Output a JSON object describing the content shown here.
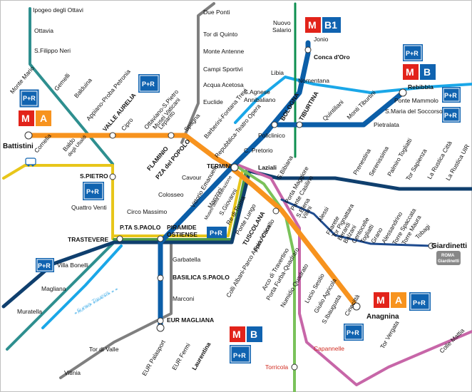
{
  "colors": {
    "line_a": "#f7931e",
    "line_b": "#0b5ea8",
    "line_b_dark": "#1e4b8f",
    "tram_dark": "#0f3f6e",
    "fl_light": "#1aa7e8",
    "fl_gray": "#7f7f7f",
    "fl_green": "#4e9a4a",
    "fl_teal": "#2e8f8f",
    "fl_yellow": "#e8c61a",
    "fl_pink": "#c766a8",
    "green_line": "#7ac25a",
    "rail_green": "#0e8f50",
    "metro_red": "#e2231a",
    "metro_blue": "#1063b0"
  },
  "stations": {
    "ipogeo": "Ipogeo degli Ottavi",
    "ottavia": "Ottavia",
    "filippo": "S.Filippo Neri",
    "montemario": "Monte Mario",
    "gemelli": "Gemelli",
    "balduina": "Balduina",
    "appiano": "Appiano-Proba Petronia",
    "valle": "VALLE AURELIA",
    "cipro": "Cipro",
    "ottaviano": "Ottaviano-S.Pietro",
    "musei": "Musei Vaticani",
    "lepanto": "Lepanto",
    "battistini": "Battistini",
    "cornelia": "Cornelia",
    "baldo": "Baldo",
    "degli": "degli Ubaldi",
    "flaminio": "FLAMINIO",
    "pza": "PZA del POPOLO",
    "spagna": "Spagna",
    "barberini": "Barberini-Fontana Trevi",
    "repubblica": "Repubblica-Teatro Opera",
    "dueponti": "Due Ponti",
    "torquinto": "Tor di Quinto",
    "monteantenne": "Monte Antenne",
    "campi": "Campi Sportivi",
    "acqua": "Acqua Acetosa",
    "euclide": "Euclide",
    "nuovo": "Nuovo",
    "salario": "Salario",
    "jonio": "Jonio",
    "conca": "Conca d'Oro",
    "libia": "Libia",
    "nomentana": "Nomentana",
    "sagnese": "S.Agnese",
    "annibaliano": "Annibaliano",
    "bologna": "BOLOGNA",
    "tiburtina": "TIBURTINA",
    "policlinico": "Policlinico",
    "pretorio": "C. Pretorio",
    "quintiliani": "Quintiliani",
    "monti": "Monti Tiburtini",
    "pietralata": "Pietralata",
    "soccorso": "S.Maria del Soccorso",
    "mammolo": "Ponte Mammolo",
    "rebibbia": "Rebibbia",
    "termini": "TERMINI",
    "cavour": "Cavour",
    "colosseo": "Colosseo",
    "circo": "Circo Massimo",
    "laziali": "Laziali",
    "sbibiana": "S.Bibiana",
    "vittorio": "Vittorio Emanuele",
    "manzoni": "Manzoni",
    "museolib": "Museo della Liberazione",
    "sgiovanni": "S.Giovanni",
    "reroma": "Re di Roma",
    "pontelungo": "Ponte Lungo",
    "tuscolana": "TUSCOLANA",
    "furio": "Furio Camillo",
    "colli": "Colli Albani-Parco Appia Antica",
    "arco": "Arco di Travertino",
    "furba": "Porta Furba-Quadraro",
    "numidio": "Numidio Quadrato",
    "lucio": "Lucio Sestio",
    "giulio": "Giulio Agricola",
    "subaugusta": "S.Ibaugusta",
    "cinecitta": "Cinecittà",
    "anagnina": "Anagnina",
    "spietro": "S.PIETRO",
    "quattro": "Quattro Venti",
    "trastevere": "TRASTEVERE",
    "ptapaolo": "P.TA S.PAOLO",
    "piramide": "PIRAMIDE",
    "ostiense": "OSTIENSE",
    "garbatella": "Garbatella",
    "basilica": "BASILICA S.PAOLO",
    "marconi": "Marconi",
    "eurmagliana": "EUR MAGLIANA",
    "eurpalasport": "EUR Palasport",
    "eurfermi": "EUR Fermi",
    "laurentina": "Laurentina",
    "villabonelli": "Villa Bonelli",
    "magliana": "Magliana",
    "muratella": "Muratella",
    "tordivalle": "Tor di Valle",
    "vitinia": "Vitinia",
    "portamaggiore": "Porta Maggiore",
    "casilino": "Ponte Casilino",
    "selena": "S.Elena",
    "villini": "Villini",
    "alessi": "Alessi",
    "filarete": "Filarete",
    "pignattara": "Tor Pignattara",
    "berardi": "Berardi",
    "balzani": "Balzani",
    "centocelle": "Centocelle",
    "togliatti": "Togliatti",
    "grano": "Grano",
    "alessandrino": "Alessandrino",
    "spaccata": "Torre Spaccata",
    "maura": "Torre Maura",
    "tobagi": "Tobagi",
    "giardinetti": "Giardinetti",
    "prenestina": "Prenestina",
    "serenissima": "Serenissima",
    "palmiro": "Palmiro Togliatti",
    "sapienza": "Tor Sapienza",
    "rustica_citta": "La Rustica Città",
    "rustica_uir": "La Rustica UIR",
    "romagiard_1": "ROMA",
    "romagiard_2": "Giardinetti",
    "capannelle": "Capannelle",
    "torricola": "Torricola",
    "torvergata": "Tor Vergata",
    "collemattia": "Colle Mattia",
    "river": "fiume Tevere"
  },
  "badges": {
    "m_letter": "M",
    "a_letter": "A",
    "b_letter": "B",
    "b1_letter": "B1",
    "pr_label": "P+R"
  }
}
